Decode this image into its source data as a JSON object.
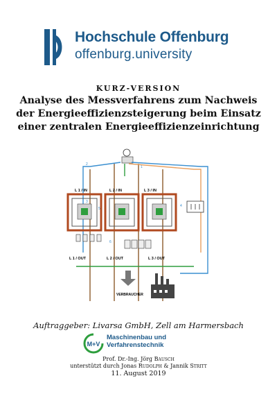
{
  "logo": {
    "title": "Hochschule Offenburg",
    "subtitle": "offenburg.university",
    "color": "#1d5a8a"
  },
  "kurz_label": "KURZ-VERSION",
  "title_lines": [
    "Analyse des Messverfahrens zum Nachweis",
    "der Energieeffizienzsteigerung beim Einsatz",
    "einer zentralen Energieeffizienzeinrichtung"
  ],
  "diagram": {
    "callouts": [
      "1",
      "2",
      "3",
      "4",
      "5",
      "6"
    ],
    "inputs": [
      "L 1 / IN",
      "L 2 / IN",
      "L 3 / IN"
    ],
    "outputs": [
      "L 1 / OUT",
      "L 2 / OUT",
      "L 3 / OUT"
    ],
    "consumer_label": "VERBRAUCHER",
    "colors": {
      "wire_brown": "#8b5a2b",
      "wire_blue": "#3a8fd0",
      "wire_green": "#2e9e3e",
      "wire_orange": "#e8a060",
      "transformer": "#b04a20"
    }
  },
  "client": "Auftraggeber: Livarsa GmbH, Zell am Harmersbach",
  "mv": {
    "logo_text": "M+V",
    "line1": "Maschinenbau und",
    "line2": "Verfahrenstechnik"
  },
  "credits": {
    "prof_prefix": "Prof. Dr.-Ing. Jörg",
    "prof_name": "Bausch",
    "support_prefix": "unterstützt durch Jonas",
    "name2": "Rudolph",
    "amp": "&",
    "name3_first": "Jannik",
    "name3": "Stritt"
  },
  "date": "11. August 2019"
}
